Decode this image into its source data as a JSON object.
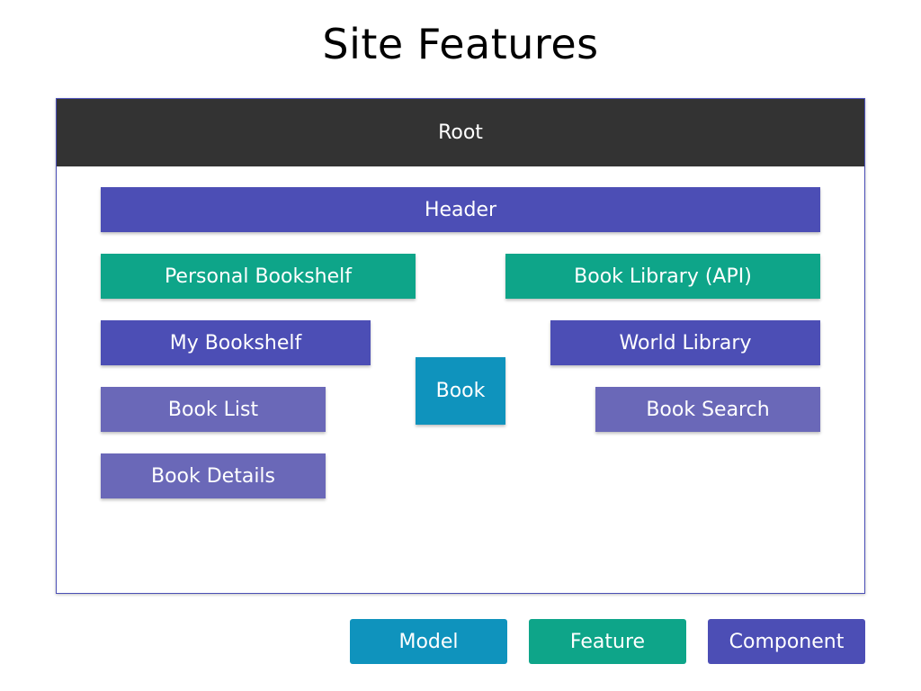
{
  "title": "Site Features",
  "root": {
    "label": "Root"
  },
  "nodes": {
    "header": "Header",
    "personal_bookshelf": "Personal Bookshelf",
    "book_library_api": "Book Library (API)",
    "my_bookshelf": "My Bookshelf",
    "world_library": "World Library",
    "book": "Book",
    "book_list": "Book List",
    "book_search": "Book Search",
    "book_details": "Book Details"
  },
  "legend": {
    "model": "Model",
    "feature": "Feature",
    "component": "Component"
  },
  "colors": {
    "root": "#333333",
    "component": "#4c4eb5",
    "component_light": "#6a68b8",
    "feature": "#0ea589",
    "model": "#0f93bd"
  }
}
